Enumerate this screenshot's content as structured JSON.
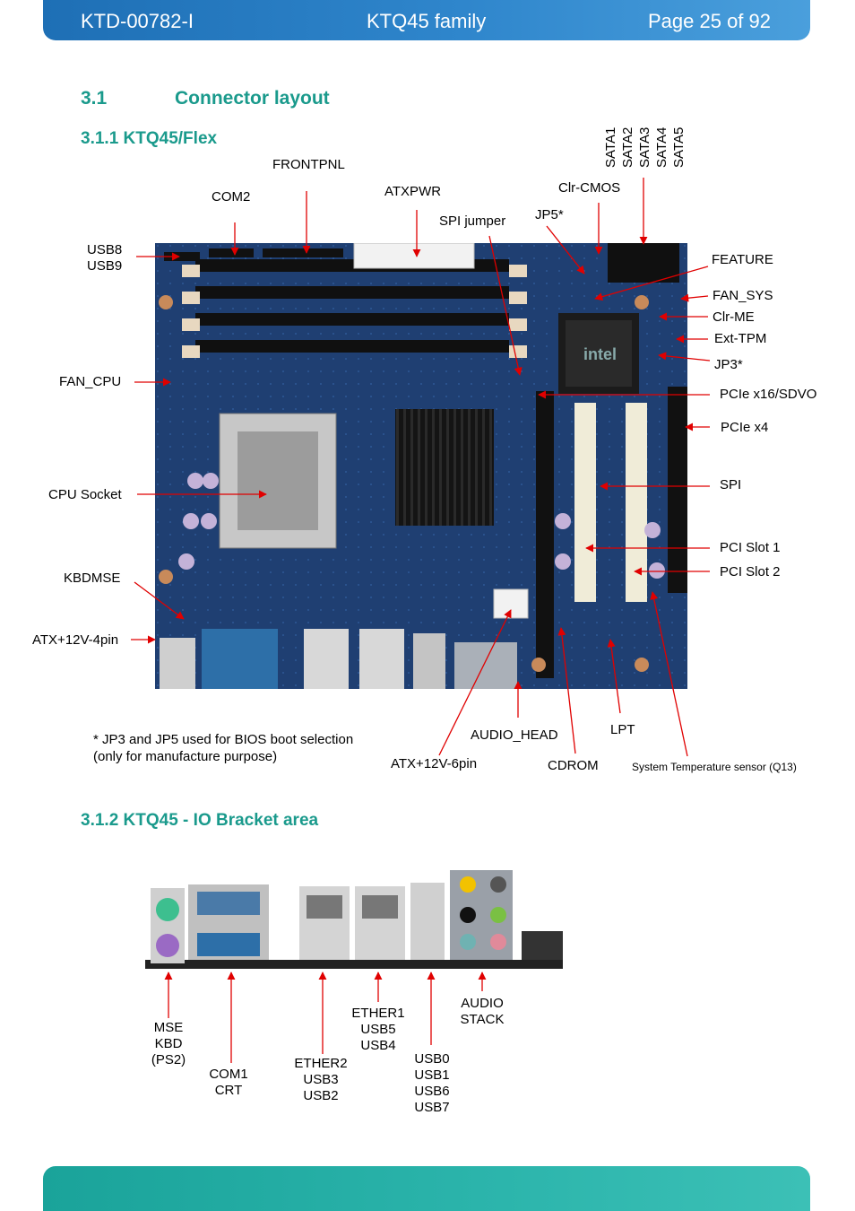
{
  "header": {
    "doc_id": "KTD-00782-I",
    "family": "KTQ45 family",
    "page": "Page 25 of 92"
  },
  "section": {
    "number": "3.1",
    "title": "Connector layout",
    "sub1": "3.1.1  KTQ45/Flex",
    "sub2": "3.1.2  KTQ45 - IO Bracket area"
  },
  "labels": {
    "frontpnl": "FRONTPNL",
    "com2": "COM2",
    "atxpwr": "ATXPWR",
    "spi_jumper": "SPI jumper",
    "jp5": "JP5*",
    "clr_cmos": "Clr-CMOS",
    "sata": [
      "SATA1",
      "SATA2",
      "SATA3",
      "SATA4",
      "SATA5"
    ],
    "usb8": "USB8",
    "usb9": "USB9",
    "feature": "FEATURE",
    "fan_sys": "FAN_SYS",
    "clr_me": "Clr-ME",
    "ext_tpm": "Ext-TPM",
    "jp3": "JP3*",
    "fan_cpu": "FAN_CPU",
    "pcie16": "PCIe x16/SDVO",
    "pcie4": "PCIe x4",
    "cpu_socket": "CPU Socket",
    "spi": "SPI",
    "pci1": "PCI Slot 1",
    "pci2": "PCI Slot 2",
    "kbdmse": "KBDMSE",
    "atx12v4": "ATX+12V-4pin",
    "note1": "* JP3 and JP5 used for BIOS boot selection",
    "note2": "(only for manufacture purpose)",
    "audio_head": "AUDIO_HEAD",
    "lpt": "LPT",
    "atx12v6": "ATX+12V-6pin",
    "cdrom": "CDROM",
    "sys_temp": "System Temperature sensor (Q13)"
  },
  "io_labels": {
    "mse": "MSE",
    "kbd": "KBD",
    "ps2": "(PS2)",
    "com1": "COM1",
    "crt": "CRT",
    "ether2": "ETHER2",
    "usb3": "USB3",
    "usb2": "USB2",
    "ether1": "ETHER1",
    "usb5": "USB5",
    "usb4": "USB4",
    "usb0": "USB0",
    "usb1": "USB1",
    "usb6": "USB6",
    "usb7": "USB7",
    "audio": "AUDIO",
    "stack": "STACK"
  },
  "colors": {
    "header": "#2f86cc",
    "heading": "#1a9a8c",
    "footer": "#2cb5ac",
    "arrow": "#e00000",
    "board": "#1f3f72"
  }
}
